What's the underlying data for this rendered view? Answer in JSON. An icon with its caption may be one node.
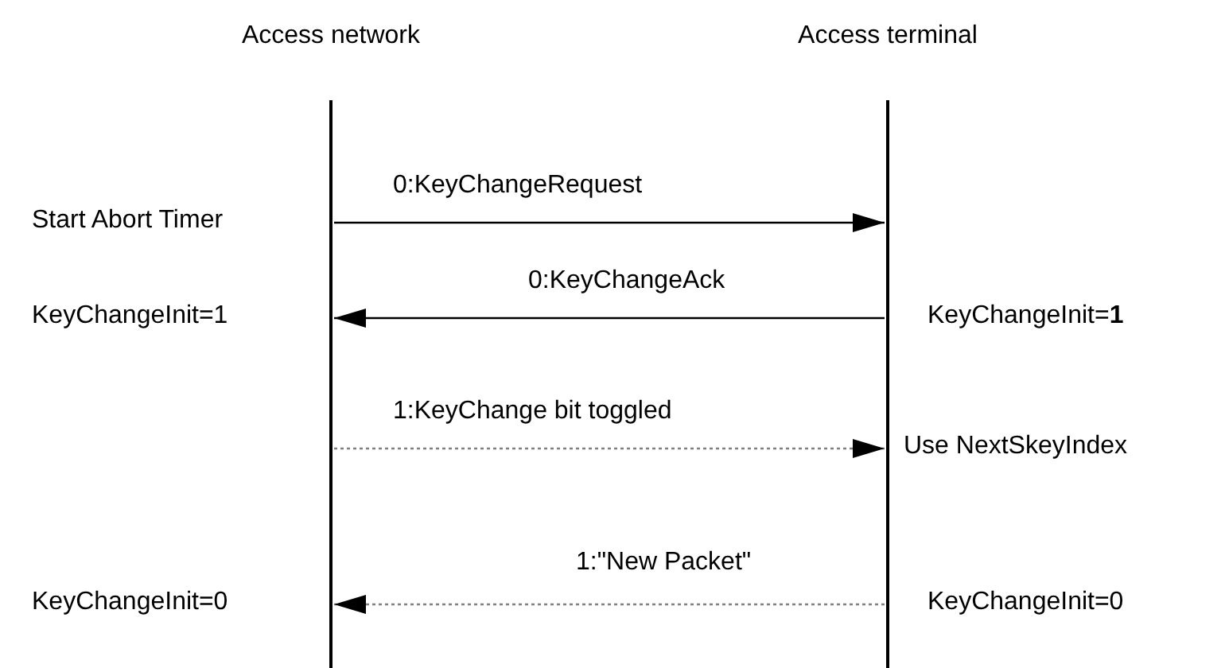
{
  "diagram": {
    "nodes": [
      {
        "text": [
          "Access network"
        ]
      },
      {
        "text": [
          "Access terminal"
        ]
      }
    ],
    "edges": [
      {
        "from": 0,
        "to": 1,
        "arrow": "to",
        "label": "0:KeyChangeRequest"
      },
      {
        "from": 1,
        "to": 0,
        "arrow": "to",
        "label": "0:KeyChangeAck"
      },
      {
        "from": 0,
        "to": 1,
        "arrow": "to",
        "label": "1:KeyChange bit toggled",
        "style": "dashed",
        "color": "#808080"
      },
      {
        "from": 1,
        "to": 0,
        "arrow": "to",
        "label": "1:\"New Packet\"",
        "style": "dashed",
        "color": "#808080"
      }
    ],
    "labels": [
      "Start Abort Timer",
      "KeyChangeInit=1",
      "KeyChangeInit=**1**",
      "Use NextSkeyIndex",
      "KeyChangeInit=0",
      "KeyChangeInit=0"
    ]
  }
}
